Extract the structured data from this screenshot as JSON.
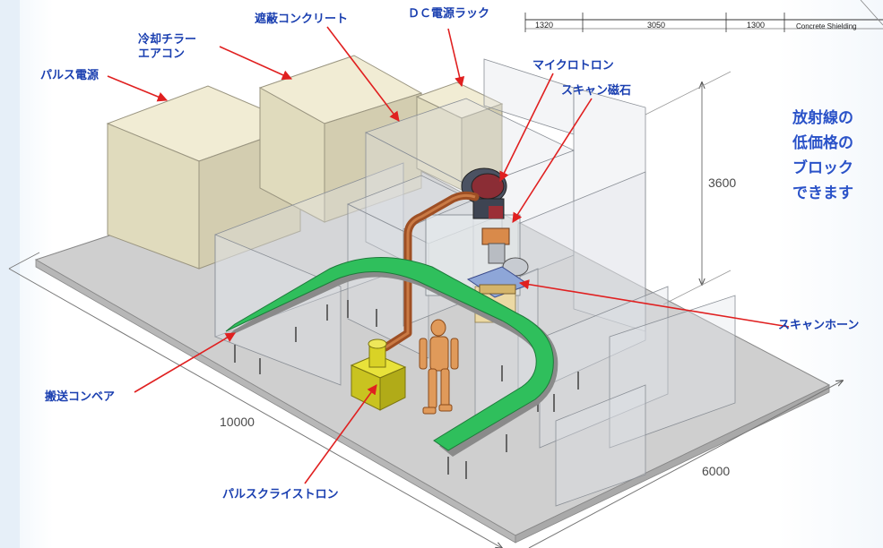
{
  "labels": {
    "pulse_power": "パルス電源",
    "chiller": "冷却チラー",
    "aircon": "エアコン",
    "shield_concrete": "遮蔽コンクリート",
    "dc_rack": "ＤＣ電源ラック",
    "microtron": "マイクロトロン",
    "scan_magnet": "スキャン磁石",
    "scan_horn": "スキャンホーン",
    "conveyor": "搬送コンベア",
    "klystron": "パルスクライストロン"
  },
  "dimensions": {
    "height": "3600",
    "length": "10000",
    "width": "6000"
  },
  "scale_bar": {
    "seg1": "1320",
    "seg2": "3050",
    "seg3": "1300",
    "note": "Concrete Shielding"
  },
  "side_text": [
    "放射線の",
    "低価格の",
    "ブロック",
    "できます"
  ],
  "colors": {
    "callout": "#1a3fb0",
    "conveyor": "#27c05a",
    "copper": "#b05a2a",
    "floor": "#c8c8c8"
  }
}
